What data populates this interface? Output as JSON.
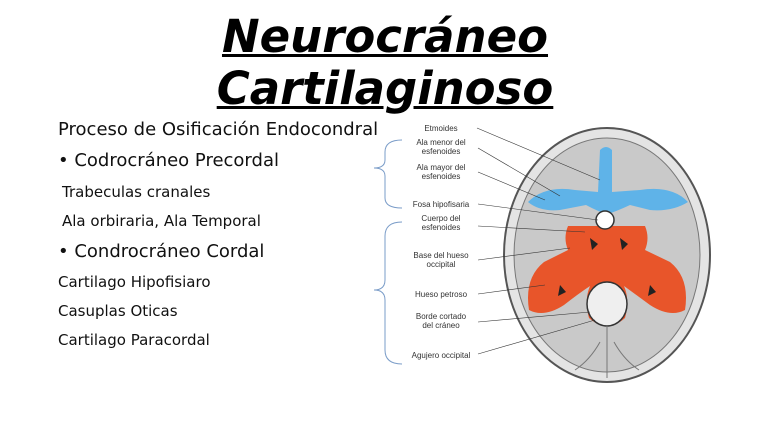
{
  "title": {
    "line1": "Neurocráneo",
    "line2": "Cartilaginoso"
  },
  "content": {
    "heading": "Proceso de Osificación Endocondral",
    "bullet1": "• Codrocráneo Precordal",
    "sub1a": "Trabeculas cranales",
    "sub1b": "Ala orbiraria, Ala Temporal",
    "bullet2": "• Condrocráneo Cordal",
    "sub2a": "Cartilago Hipofisiaro",
    "sub2b": "Casuplas Oticas",
    "sub2c": "Cartilago Paracordal"
  },
  "figure": {
    "labels": {
      "etmoides": "Etmoides",
      "ala_menor_1": "Ala menor del",
      "ala_menor_2": "esfenoides",
      "ala_mayor_1": "Ala mayor del",
      "ala_mayor_2": "esfenoides",
      "fosa": "Fosa hipofisaria",
      "cuerpo_1": "Cuerpo del",
      "cuerpo_2": "esfenoides",
      "base_1": "Base del hueso",
      "base_2": "occipital",
      "petroso": "Hueso petroso",
      "borde_1": "Borde cortado",
      "borde_2": "del cráneo",
      "agujero": "Agujero occipital"
    },
    "colors": {
      "precordal": "#5fb3e8",
      "cordal": "#e8552a",
      "skull": "#d8d8d8"
    }
  }
}
